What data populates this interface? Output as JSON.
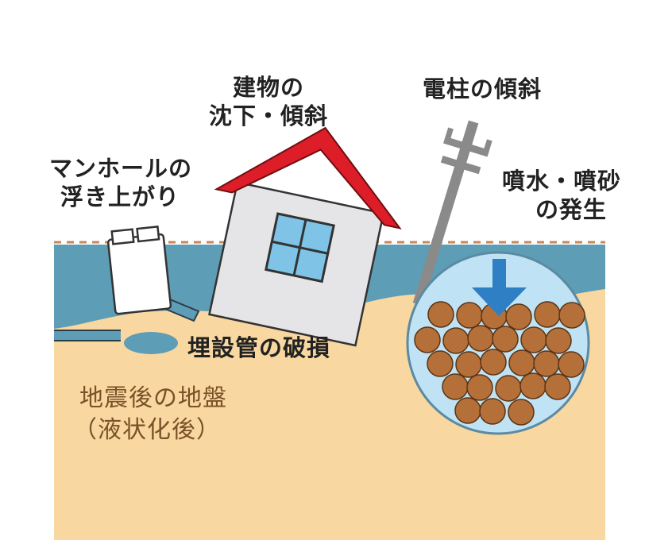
{
  "labels": {
    "building": [
      "建物の",
      "沈下・傾斜"
    ],
    "pole": "電柱の傾斜",
    "manhole": [
      "マンホールの",
      "浮き上がり"
    ],
    "sand_boil": [
      "噴水・噴砂",
      "の発生"
    ],
    "pipe": "埋設管の破損",
    "ground": [
      "地震後の地盤",
      "（液状化後）"
    ]
  },
  "colors": {
    "sand": "#f8d7a0",
    "groundwater": "#5e9db6",
    "roof": "#dd1d27",
    "house_wall": "#e5e5e8",
    "window": "#7fc4e6",
    "pole": "#8a8a8a",
    "sand_grain": "#b5703a",
    "water_circle": "#bfe3f4",
    "arrow": "#2e7fc4",
    "surface_line": "#c8875a",
    "label_text": "#222222",
    "ground_text": "#7a5128"
  },
  "icons": [
    "house-icon",
    "utility-pole-icon",
    "manhole-icon",
    "buried-pipe-icon",
    "down-arrow-icon"
  ]
}
